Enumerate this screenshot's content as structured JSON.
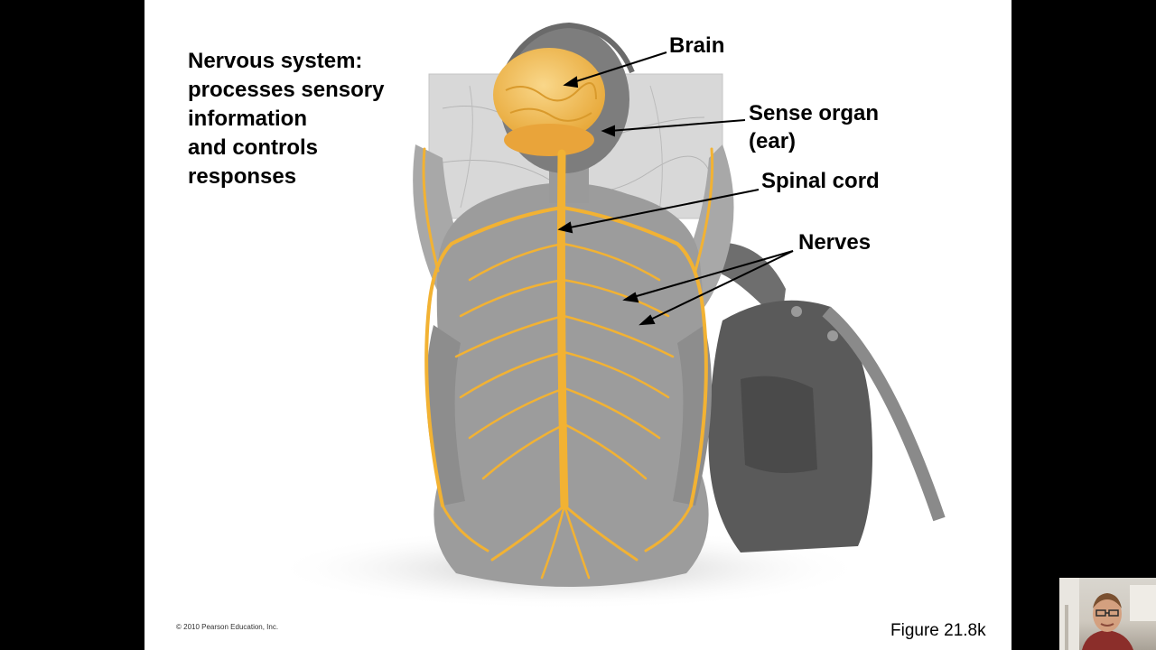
{
  "slide": {
    "heading_lines": [
      "Nervous system:",
      "processes sensory",
      "information",
      "and controls",
      "responses"
    ],
    "labels": {
      "brain": "Brain",
      "sense_organ_line1": "Sense organ",
      "sense_organ_line2": "(ear)",
      "spinal_cord": "Spinal cord",
      "nerves": "Nerves"
    },
    "copyright": "© 2010 Pearson Education, Inc.",
    "figure_number": "Figure 21.8k"
  },
  "colors": {
    "nerve": "#f2b233",
    "brain": "#f4c35a",
    "body": "#9a9a9a",
    "background": "#000000",
    "slide": "#ffffff"
  }
}
